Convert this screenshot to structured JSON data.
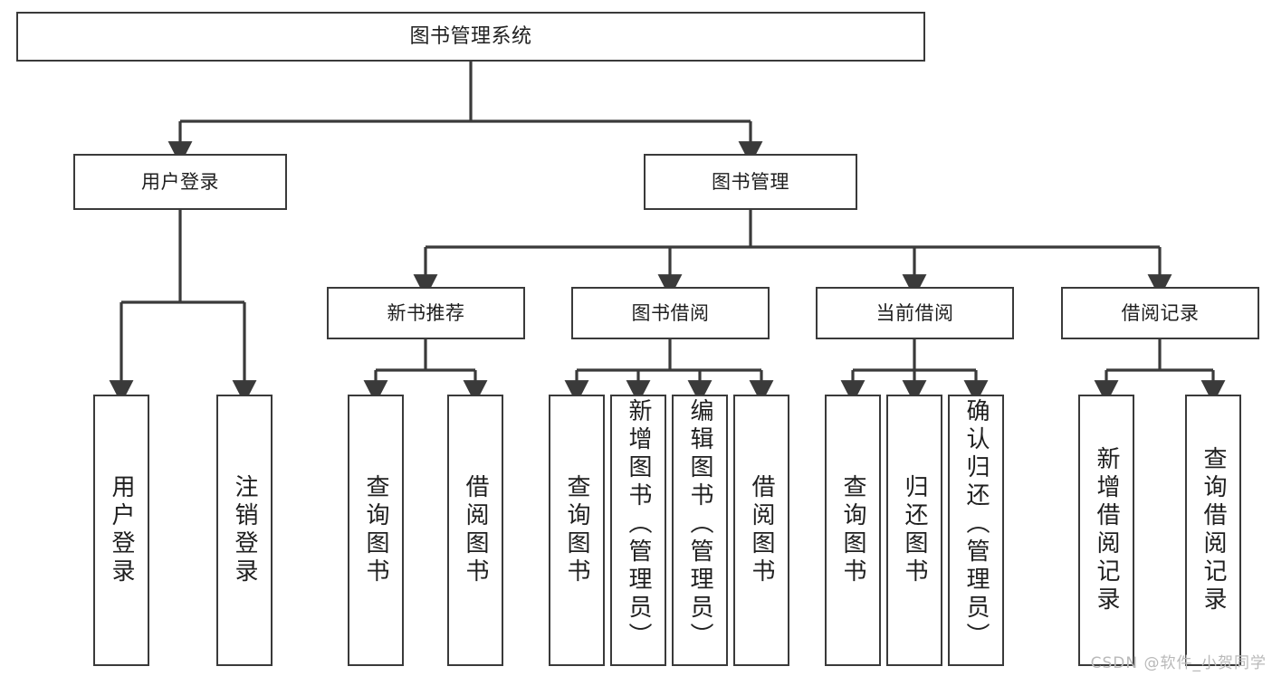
{
  "diagram": {
    "title": "图书管理系统",
    "watermark": "CSDN @软件_小贺同学",
    "stroke_color": "#3a3a3a",
    "text_color": "#1f1f1f",
    "background": "#ffffff",
    "root": {
      "label": "图书管理系统"
    },
    "level1": [
      {
        "label": "用户登录"
      },
      {
        "label": "图书管理"
      }
    ],
    "level2": [
      {
        "label": "新书推荐"
      },
      {
        "label": "图书借阅"
      },
      {
        "label": "当前借阅"
      },
      {
        "label": "借阅记录"
      }
    ],
    "leaves": {
      "user_login": [
        {
          "label": "用户登录"
        },
        {
          "label": "注销登录"
        }
      ],
      "new_book_recommend": [
        {
          "label": "查询图书"
        },
        {
          "label": "借阅图书"
        }
      ],
      "book_borrow": [
        {
          "label": "查询图书"
        },
        {
          "label": "新增图书（管理员）"
        },
        {
          "label": "编辑图书（管理员）"
        },
        {
          "label": "借阅图书"
        }
      ],
      "current_borrow": [
        {
          "label": "查询图书"
        },
        {
          "label": "归还图书"
        },
        {
          "label": "确认归还（管理员）"
        }
      ],
      "borrow_record": [
        {
          "label": "新增借阅记录"
        },
        {
          "label": "查询借阅记录"
        }
      ]
    }
  }
}
